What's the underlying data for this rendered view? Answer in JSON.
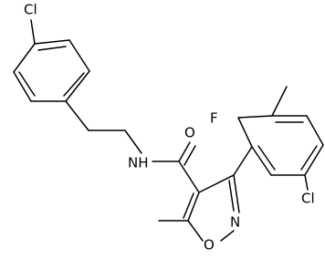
{
  "molecule": {
    "atoms": {
      "cl_top": "Cl",
      "f": "F",
      "o_carbonyl": "O",
      "nh": "NH",
      "cl_right": "Cl",
      "n_ring": "N",
      "o_ring": "O"
    }
  }
}
